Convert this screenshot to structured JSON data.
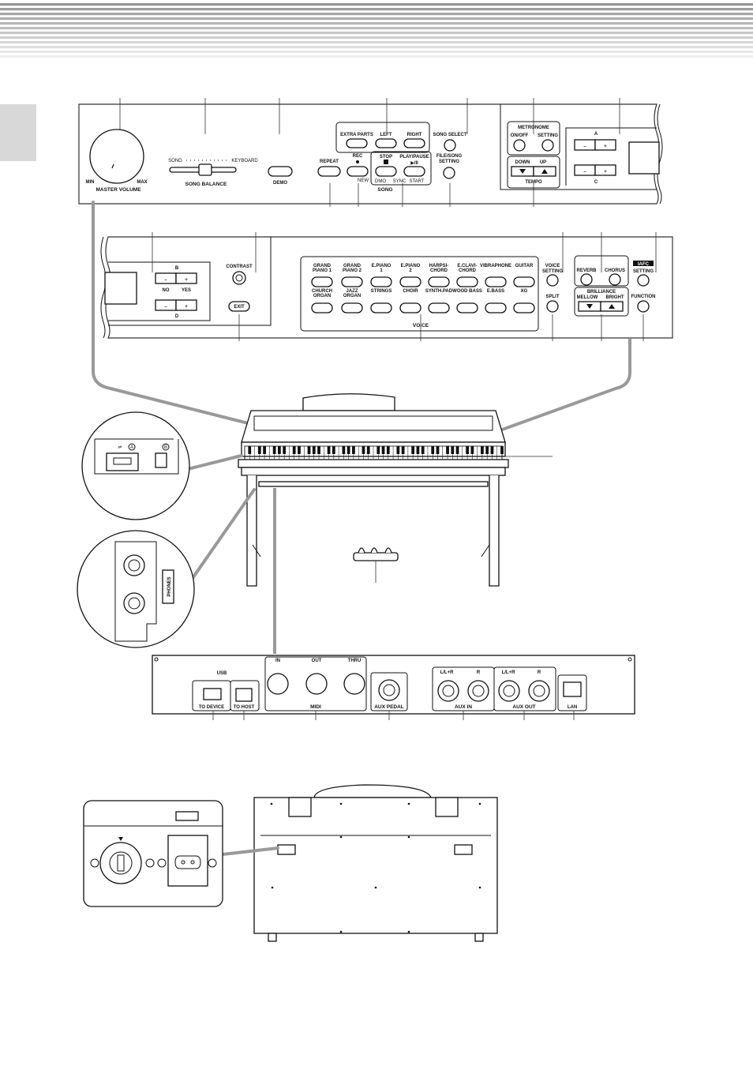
{
  "panel_top_left": {
    "master_volume": {
      "min": "MIN",
      "max": "MAX",
      "title": "MASTER VOLUME"
    },
    "song_balance": {
      "left": "SONG",
      "right": "KEYBOARD",
      "title": "SONG BALANCE"
    },
    "demo": "DEMO",
    "repeat": "REPEAT",
    "rec": "REC",
    "rec_sub": "NEW",
    "parts": {
      "extra": "EXTRA PARTS",
      "left": "LEFT",
      "right": "RIGHT"
    },
    "stop": "STOP",
    "play": "PLAY/PAUSE",
    "song": "SONG",
    "sync_a": "DMO",
    "sync_b": "SYNC",
    "sync_c": "START",
    "song_select": "SONG SELECT",
    "file_song_1": "FILE/SONG",
    "file_song_2": "SETTING",
    "metronome": "METRONOME",
    "on_off": "ON/OFF",
    "setting": "SETTING",
    "down": "DOWN",
    "up": "UP",
    "tempo": "TEMPO",
    "a": "A",
    "c": "C"
  },
  "panel_second": {
    "b": "B",
    "d": "D",
    "no": "NO",
    "yes": "YES",
    "contrast": "CONTRAST",
    "exit": "EXIT",
    "voices_row1": [
      [
        "GRAND",
        "PIANO 1"
      ],
      [
        "GRAND",
        "PIANO 2"
      ],
      [
        "E.PIANO",
        "1"
      ],
      [
        "E.PIANO",
        "2"
      ],
      [
        "HARPSI-",
        "CHORD"
      ],
      [
        "E.CLAVI-",
        "CHORD"
      ],
      [
        "VIBRAPHONE",
        ""
      ],
      [
        "GUITAR",
        ""
      ]
    ],
    "voices_row2": [
      [
        "CHURCH",
        "ORGAN"
      ],
      [
        "JAZZ",
        "ORGAN"
      ],
      [
        "STRINGS",
        ""
      ],
      [
        "CHOIR",
        ""
      ],
      [
        "SYNTH.PAD",
        ""
      ],
      [
        "WOOD BASS",
        ""
      ],
      [
        "E.BASS",
        ""
      ],
      [
        "XG",
        ""
      ]
    ],
    "voice": "VOICE",
    "voice_setting_1": "VOICE",
    "voice_setting_2": "SETTING",
    "split": "SPLIT",
    "reverb": "REVERB",
    "chorus": "CHORUS",
    "brilliance": "BRILLIANCE",
    "mellow": "MELLOW",
    "bright": "BRIGHT",
    "iafc": "IAFC",
    "iafc_setting": "SETTING",
    "function": "FUNCTION"
  },
  "inset_usb": {
    "a": "A",
    "b": "B"
  },
  "inset_phones": "PHONES",
  "rear_panel": {
    "usb": "USB",
    "to_device": "TO DEVICE",
    "to_host": "TO HOST",
    "midi_in": "IN",
    "midi_out": "OUT",
    "midi_thru": "THRU",
    "midi": "MIDI",
    "aux_pedal": "AUX PEDAL",
    "lr": "L/L+R",
    "r": "R",
    "aux_in": "AUX IN",
    "aux_out": "AUX OUT",
    "lan": "LAN"
  }
}
